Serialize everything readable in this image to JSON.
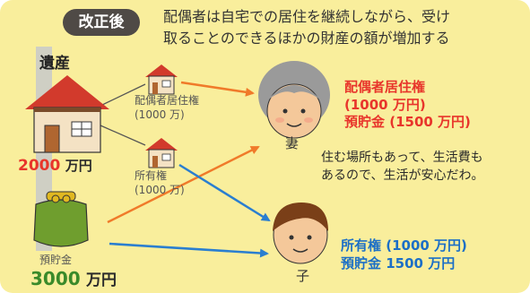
{
  "header": {
    "tag": "改正後",
    "headline_line1": "配偶者は自宅での居住を継続しながら、受け",
    "headline_line2": "取ることのできるほかの財産の額が増加する"
  },
  "estate": {
    "label": "遺産",
    "home_value_num": "2000",
    "home_value_unit": "万円",
    "savings_label": "預貯金",
    "savings_value_num": "3000",
    "savings_value_unit": "万円"
  },
  "right_of_residence": {
    "label": "配偶者居住権",
    "value": "(1000 万)"
  },
  "ownership": {
    "label": "所有権",
    "value": "(1000 万)"
  },
  "wife": {
    "label": "妻",
    "gets_line1": "配偶者居住権",
    "gets_line2": "(1000 万円)",
    "gets_line3": "預貯金 (1500 万円)",
    "quote_line1": "住む場所もあって、生活費も",
    "quote_line2": "あるので、生活が安心だわ。"
  },
  "child": {
    "label": "子",
    "gets_line1": "所有権 (1000 万円)",
    "gets_line2": "預貯金 1500 万円"
  },
  "colors": {
    "panel": "#f9ee9c",
    "orange_arrow": "#f07a2a",
    "blue_arrow": "#2a7ed0",
    "wife_text": "#e8352b",
    "child_text": "#1c6fc6",
    "home_value": "#e8352b",
    "savings_value": "#3a8a2a"
  },
  "icons": [
    "house-icon",
    "wallet-icon",
    "grandmother-icon",
    "boy-icon"
  ]
}
